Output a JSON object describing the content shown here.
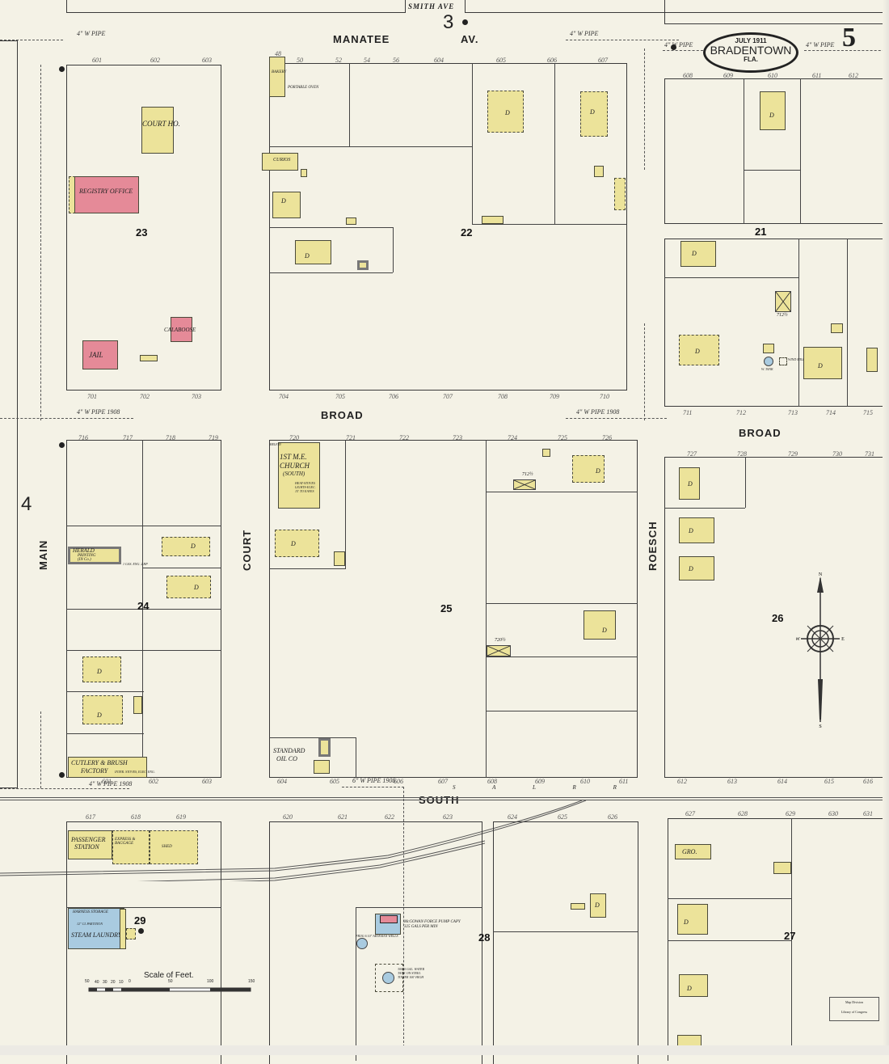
{
  "title": {
    "date": "JULY 1911",
    "town": "BRADENTOWN",
    "state": "FLA.",
    "sheet_number": "5"
  },
  "adjoining_sheets": {
    "north": "3",
    "west": "4"
  },
  "streets": {
    "smith_ave": "SMITH AVE",
    "manatee": "MANATEE",
    "manatee_av": "AV.",
    "broad_west": "BROAD",
    "broad_east": "BROAD",
    "south": "SOUTH",
    "main": "MAIN",
    "court": "COURT",
    "roesch": "ROESCH",
    "railroad": "S A L R R"
  },
  "blocks": [
    "23",
    "22",
    "21",
    "24",
    "25",
    "26",
    "29",
    "28",
    "27"
  ],
  "water_pipes": {
    "pipe4": "4\" W PIPE",
    "pipe4_1908": "4\" W PIPE 1908",
    "pipe6_1908": "6\" W PIPE 1908",
    "pipe6": "6\" W PIPE"
  },
  "buildings": {
    "court_house": "COURT HO.",
    "registry_office": "REGISTRY OFFICE",
    "jail": "JAIL",
    "calaboose": "CALABOOSE",
    "bakery": "BAKERY",
    "portable_oven": "PORTABLE OVEN",
    "curios": "CURIOS",
    "church_line1": "1ST M.E.",
    "church_line2": "CHURCH",
    "church_line3": "(SOUTH)",
    "church_note": "HEAT-STOVES LIGHTS-ELEC. 15' TO EAVES",
    "belfry": "BELFRY",
    "herald_line1": "HERALD",
    "herald_line2": "PRINTING",
    "herald_line3": "(IN Co.)",
    "herald_note": "1 GAS. ENG. 2 HP",
    "cutlery_line1": "CUTLERY & BRUSH",
    "cutlery_line2": "FACTORY",
    "cutlery_note": "INTER. STOVES, ELEC. ENG.",
    "standard_oil_line1": "STANDARD",
    "standard_oil_line2": "OIL CO",
    "passenger_station_line1": "PASSENGER",
    "passenger_station_line2": "STATION",
    "express_baggage": "EXPRESS & BAGGAGE",
    "shed": "SHED",
    "harness_storage": "HARNESS STORAGE",
    "partition": "12\" CL PARTITION",
    "steam_laundry": "STEAM LAUNDRY",
    "city_water_note": "McGOWAN FORCE PUMP CAPY 325 GALS PER MIN",
    "artesian_wells": "PROG 6 10\" ARTESIAN WELLS",
    "water_tower": "30000 GAL. WATER TANK ON STEEL TOWER 100' HIGH",
    "w_tank": "W. TANK",
    "wind_mill": "WIND MILL",
    "gro": "GRO.",
    "dwelling": "D",
    "addr_712": "712½",
    "addr_712b": "712½",
    "addr_720": "720½"
  },
  "house_numbers": {
    "manatee_north_w": [
      "601",
      "602",
      "603"
    ],
    "manatee_north_c": [
      "48",
      "50",
      "52",
      "54",
      "56",
      "604",
      "605",
      "606",
      "607"
    ],
    "manatee_north_e": [
      "608",
      "609",
      "610",
      "611",
      "612"
    ],
    "broad_top_w": [
      "701",
      "702",
      "703"
    ],
    "broad_top_c": [
      "704",
      "705",
      "706",
      "707",
      "708",
      "709",
      "710"
    ],
    "broad_top_e": [
      "711",
      "712",
      "713",
      "714",
      "715"
    ],
    "broad_bot_w": [
      "716",
      "717",
      "718",
      "719"
    ],
    "broad_bot_c": [
      "720",
      "721",
      "722",
      "723",
      "724",
      "725",
      "726"
    ],
    "broad_bot_e": [
      "727",
      "728",
      "729",
      "730",
      "731"
    ],
    "south_top_w": [
      "601",
      "602",
      "603"
    ],
    "south_top_c": [
      "604",
      "605",
      "606",
      "607",
      "608",
      "609",
      "610",
      "611"
    ],
    "south_top_e": [
      "612",
      "613",
      "614",
      "615",
      "616"
    ],
    "south_bot_w": [
      "617",
      "618",
      "619"
    ],
    "south_bot_c": [
      "620",
      "621",
      "622",
      "623",
      "624",
      "625",
      "626"
    ],
    "south_bot_e": [
      "627",
      "628",
      "629",
      "630",
      "631"
    ]
  },
  "scale": {
    "title": "Scale of Feet.",
    "ticks": [
      "50",
      "40",
      "30",
      "20",
      "10",
      "0",
      "50",
      "100",
      "150"
    ]
  },
  "compass": {
    "n": "N",
    "s": "S",
    "e": "E",
    "w": "W"
  },
  "stamp": {
    "line1": "Map Division",
    "line2": "Library of Congress"
  },
  "colors": {
    "paper": "#f4f2e6",
    "frame": "#ece39a",
    "brick": "#e58a98",
    "stone": "#a9cbe0"
  }
}
